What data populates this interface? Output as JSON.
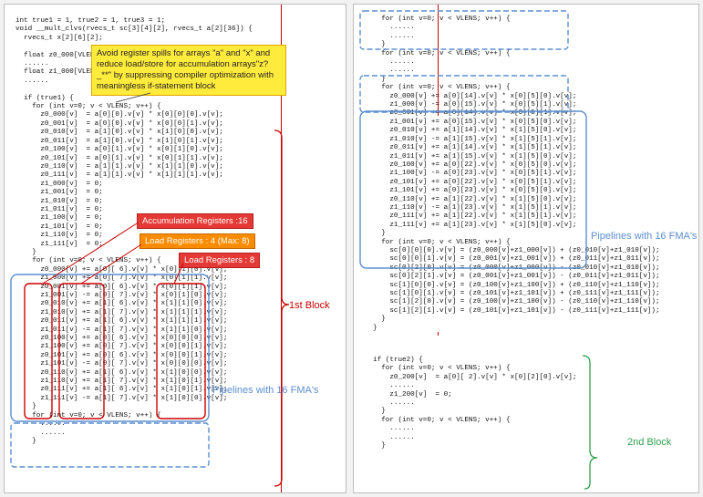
{
  "left": {
    "code_header": [
      "int true1 = 1, true2 = 1, true3 = 1;",
      "void __mult_clvs(rvecs_t sc[3][4][2], rvecs_t a[2][36]) {",
      "  rvecs_t x[2][6][2];",
      "",
      "  float z0_000[VLENS];",
      "  ......",
      "  float z1_000[VLENS];",
      "  ......",
      "",
      "  if (true1) {",
      "    for (int v=0; v < VLENS; v++) {",
      "      z0_000[v]  = a[0][0].v[v] * x[0][0][0].v[v];",
      "      z0_001[v]  = a[0][0].v[v] * x[0][0][1].v[v];",
      "      z0_010[v]  = a[1][0].v[v] * x[1][0][0].v[v];",
      "      z0_011[v]  = a[1][0].v[v] * x[1][0][1].v[v];",
      "      z0_100[v]  = a[0][1].v[v] * x[0][1][0].v[v];",
      "      z0_101[v]  = a[0][1].v[v] * x[0][1][1].v[v];",
      "      z0_110[v]  = a[1][1].v[v] * x[1][1][0].v[v];",
      "      z0_111[v]  = a[1][1].v[v] * x[1][1][1].v[v];",
      "      z1_000[v]  = 0;",
      "      z1_001[v]  = 0;",
      "      z1_010[v]  = 0;",
      "      z1_011[v]  = 0;",
      "      z1_100[v]  = 0;",
      "      z1_101[v]  = 0;",
      "      z1_110[v]  = 0;",
      "      z1_111[v]  = 0;",
      "    }",
      "    for (int v=0; v < VLENS; v++) {",
      "      z0_000[v] += a[0][ 6].v[v] * x[0][1][0].v[v];",
      "      z1_000[v] += a[0][ 7].v[v] * x[0][1][1].v[v];",
      "      z0_001[v] += a[0][ 6].v[v] * x[0][1][1].v[v];",
      "      z1_001[v] -= a[0][ 7].v[v] * x[0][1][0].v[v];",
      "      z0_010[v] += a[1][ 6].v[v] * x[1][1][0].v[v];",
      "      z1_010[v] += a[1][ 7].v[v] * x[1][1][1].v[v];",
      "      z0_011[v] += a[1][ 6].v[v] * x[1][1][1].v[v];",
      "      z1_011[v] -= a[1][ 7].v[v] * x[1][1][0].v[v];",
      "      z0_100[v] += a[0][ 6].v[v] * x[0][0][0].v[v];",
      "      z1_100[v] += a[0][ 7].v[v] * x[0][0][1].v[v];",
      "      z0_101[v] += a[0][ 6].v[v] * x[0][0][1].v[v];",
      "      z1_101[v] -= a[0][ 7].v[v] * x[0][0][0].v[v];",
      "      z0_110[v] += a[1][ 6].v[v] * x[1][0][0].v[v];",
      "      z1_110[v] += a[1][ 7].v[v] * x[1][0][1].v[v];",
      "      z0_111[v] += a[1][ 6].v[v] * x[1][0][1].v[v];",
      "      z1_111[v] -= a[1][ 7].v[v] * x[1][0][0].v[v];",
      "    }",
      "    for (int v=0; v < VLENS; v++) {",
      "      ......",
      "      ......",
      "    }"
    ],
    "yellow_note": "Avoid register spills for arrays \"a\" and \"x\" and reduce load/store for accumulation arrays\"z?_**\" by suppressing compiler optimization with meaningless if-statement block",
    "callout_accum": "Accumulation Registers :16",
    "callout_load4": "Load Registers : 4 (Max: 8)",
    "callout_load8": "Load Registers : 8",
    "label_block": "1st Block",
    "label_pipelines": "Pipelines with 16 FMA's"
  },
  "right": {
    "code_top": [
      "    for (int v=0; v < VLENS; v++) {",
      "      ......",
      "      ......",
      "    }",
      "    for (int v=0; v < VLENS; v++) {",
      "      ......",
      "      ......",
      "    }",
      "    for (int v=0; v < VLENS; v++) {",
      "      z0_000[v] += a[0][14].v[v] * x[0][5][0].v[v];",
      "      z1_000[v] -= a[0][15].v[v] * x[0][5][1].v[v];",
      "      z0_001[v] += a[0][14].v[v] * x[0][5][1].v[v];",
      "      z1_001[v] += a[0][15].v[v] * x[0][5][0].v[v];",
      "      z0_010[v] += a[1][14].v[v] * x[1][5][0].v[v];",
      "      z1_010[v] -= a[1][15].v[v] * x[1][5][1].v[v];",
      "      z0_011[v] += a[1][14].v[v] * x[1][5][1].v[v];",
      "      z1_011[v] += a[1][15].v[v] * x[1][5][0].v[v];",
      "      z0_100[v] += a[0][22].v[v] * x[0][5][0].v[v];",
      "      z1_100[v] -= a[0][23].v[v] * x[0][5][1].v[v];",
      "      z0_101[v] += a[0][22].v[v] * x[0][5][1].v[v];",
      "      z1_101[v] += a[0][23].v[v] * x[0][5][0].v[v];",
      "      z0_110[v] += a[1][22].v[v] * x[1][5][0].v[v];",
      "      z1_110[v] -= a[1][23].v[v] * x[1][5][1].v[v];",
      "      z0_111[v] += a[1][22].v[v] * x[1][5][1].v[v];",
      "      z1_111[v] += a[1][23].v[v] * x[1][5][0].v[v];",
      "    }",
      "    for (int v=0; v < VLENS; v++) {",
      "      sc[0][0][0].v[v] = (z0_000[v]+z1_000[v]) + (z0_010[v]+z1_010[v]);",
      "      sc[0][0][1].v[v] = (z0_001[v]+z1_001[v]) + (z0_011[v]+z1_011[v]);",
      "      sc[0][2][0].v[v] = (z0_000[v]+z1_000[v]) - (z0_010[v]+z1_010[v]);",
      "      sc[0][2][1].v[v] = (z0_001[v]+z1_001[v]) - (z0_011[v]+z1_011[v]);",
      "      sc[1][0][0].v[v] = (z0_100[v]+z1_100[v]) + (z0_110[v]+z1_110[v]);",
      "      sc[1][0][1].v[v] = (z0_101[v]+z1_101[v]) + (z0_111[v]+z1_111[v]);",
      "      sc[1][2][0].v[v] = (z0_100[v]+z1_100[v]) - (z0_110[v]+z1_110[v]);",
      "      sc[1][2][1].v[v] = (z0_101[v]+z1_101[v]) - (z0_111[v]+z1_111[v]);",
      "    }",
      "  }"
    ],
    "code_bottom": [
      "  if (true2) {",
      "    for (int v=0; v < VLENS; v++) {",
      "      z0_200[v]  = a[0][ 2].v[v] * x[0][2][0].v[v];",
      "      ......",
      "      z1_200[v]  = 0;",
      "      ......",
      "    }",
      "    for (int v=0; v < VLENS; v++) {",
      "      ......",
      "      ......",
      "    }"
    ],
    "label_pipelines": "Pipelines with 16 FMA's",
    "label_block": "2nd Block"
  },
  "colors": {
    "red": "#cc0000",
    "blue": "#5b8fd1",
    "green": "#2e9e4a",
    "yellow": "#ffeb3b",
    "orange": "#fb8c00"
  }
}
